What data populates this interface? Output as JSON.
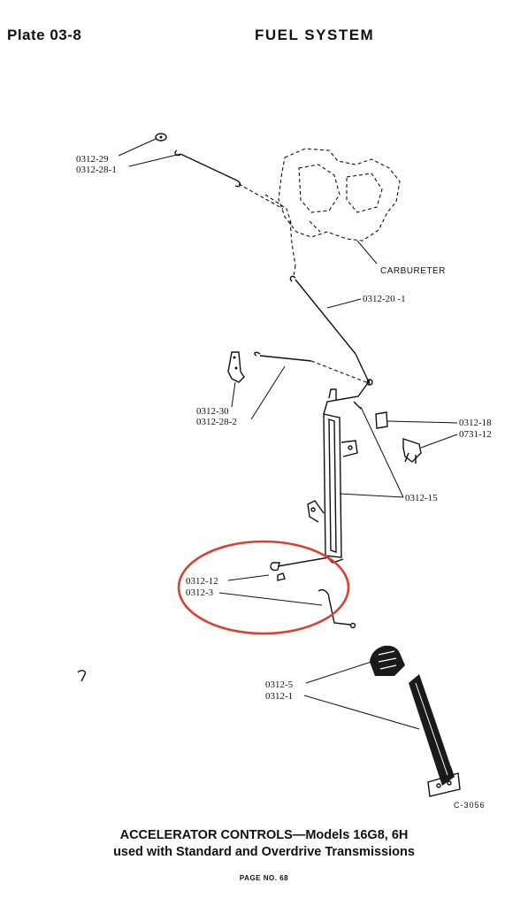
{
  "header": {
    "plate": "Plate 03-8",
    "title": "FUEL SYSTEM"
  },
  "labels": {
    "p0312_29": "0312-29",
    "p0312_28_1": "0312-28-1",
    "carburetor": "CARBURETER",
    "p0312_20_1": "0312-20 -1",
    "p0312_30": "0312-30",
    "p0312_28_2": "0312-28-2",
    "p0312_18": "0312-18",
    "p0731_12": "0731-12",
    "p0312_15": "0312-15",
    "p0312_12": "0312-12",
    "p0312_3": "0312-3",
    "p0312_5": "0312-5",
    "p0312_1": "0312-1"
  },
  "figure_number": "C-3056",
  "caption": {
    "line1": "ACCELERATOR CONTROLS—Models 16G8, 6H",
    "line2": "used with Standard and Overdrive Transmissions"
  },
  "page_number": "PAGE NO. 68",
  "colors": {
    "highlight_circle": "#d9412e",
    "ink": "#111111"
  }
}
